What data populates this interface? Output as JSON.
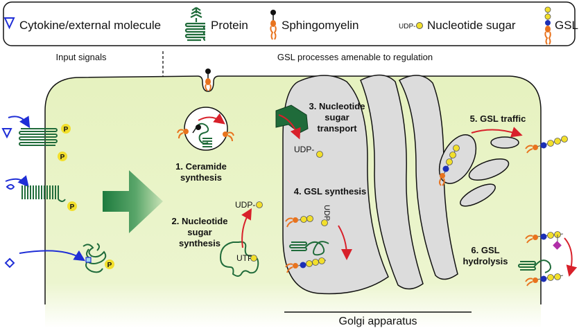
{
  "legend": {
    "cytokine": "Cytokine/external molecule",
    "protein": "Protein",
    "sphingomyelin": "Sphingomyelin",
    "udp_prefix": "UDP-",
    "nucleotide_sugar": "Nucleotide sugar",
    "gsl": "GSL"
  },
  "headers": {
    "input_signals": "Input signals",
    "gsl_processes": "GSL processes amenable to regulation"
  },
  "phospho_label": "P",
  "steps": {
    "s1_line1": "1. Ceramide",
    "s1_line2": "synthesis",
    "s2_line1": "2. Nucleotide",
    "s2_line2": "sugar",
    "s2_line3": "synthesis",
    "s3_line1": "3. Nucleotide",
    "s3_line2": "sugar",
    "s3_line3": "transport",
    "s4": "4. GSL synthesis",
    "s5": "5. GSL traffic",
    "s6_line1": "6. GSL",
    "s6_line2": "hydrolysis"
  },
  "molecules": {
    "udp": "UDP-",
    "utp": "UTP"
  },
  "golgi_label": "Golgi apparatus",
  "colors": {
    "cell_fill": "#e9f3c4",
    "golgi_fill": "#dcdcdc",
    "protein_green": "#1f6b3a",
    "lipid_orange": "#e8731e",
    "sugar_yellow": "#f2df2c",
    "sugar_blue": "#1c2fb5",
    "arrow_red": "#d8202a",
    "cytokine_blue": "#1f2ed6"
  }
}
